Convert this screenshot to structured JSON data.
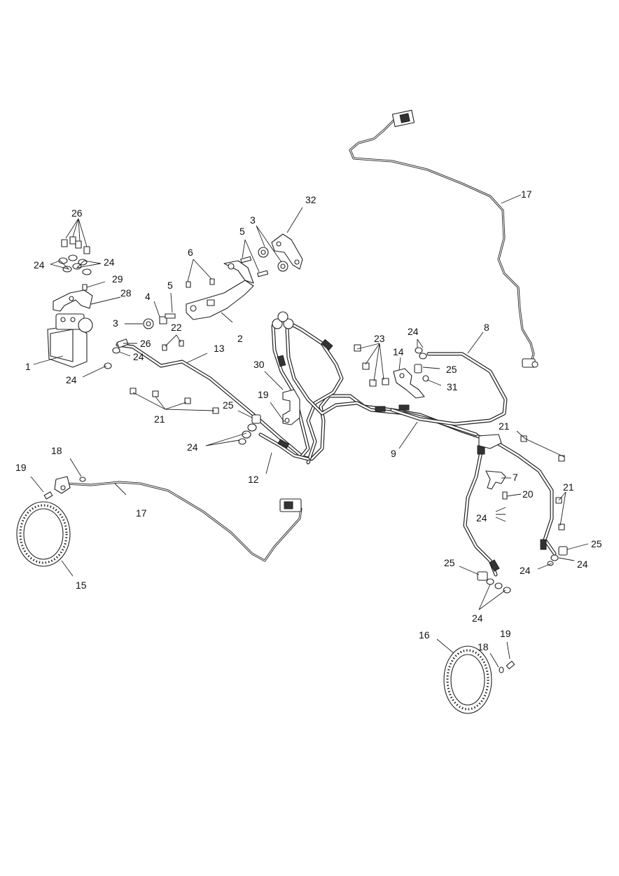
{
  "callouts": {
    "c1": "1",
    "c2": "2",
    "c3a": "3",
    "c3b": "3",
    "c4": "4",
    "c5a": "5",
    "c5b": "5",
    "c6": "6",
    "c7": "7",
    "c8": "8",
    "c9": "9",
    "c12": "12",
    "c13": "13",
    "c14": "14",
    "c15": "15",
    "c16": "16",
    "c17a": "17",
    "c17b": "17",
    "c18a": "18",
    "c18b": "18",
    "c19a": "19",
    "c19b": "19",
    "c19c": "19",
    "c20": "20",
    "c21a": "21",
    "c21b": "21",
    "c21c": "21",
    "c22": "22",
    "c23": "23",
    "c24a": "24",
    "c24b": "24",
    "c24c": "24",
    "c24d": "24",
    "c24e": "24",
    "c24f": "24",
    "c24g": "24",
    "c24h": "24",
    "c24i": "24",
    "c24j": "24",
    "c25a": "25",
    "c25b": "25",
    "c25c": "25",
    "c25d": "25",
    "c26a": "26",
    "c26b": "26",
    "c28": "28",
    "c29": "29",
    "c30": "30",
    "c31": "31",
    "c32": "32"
  }
}
